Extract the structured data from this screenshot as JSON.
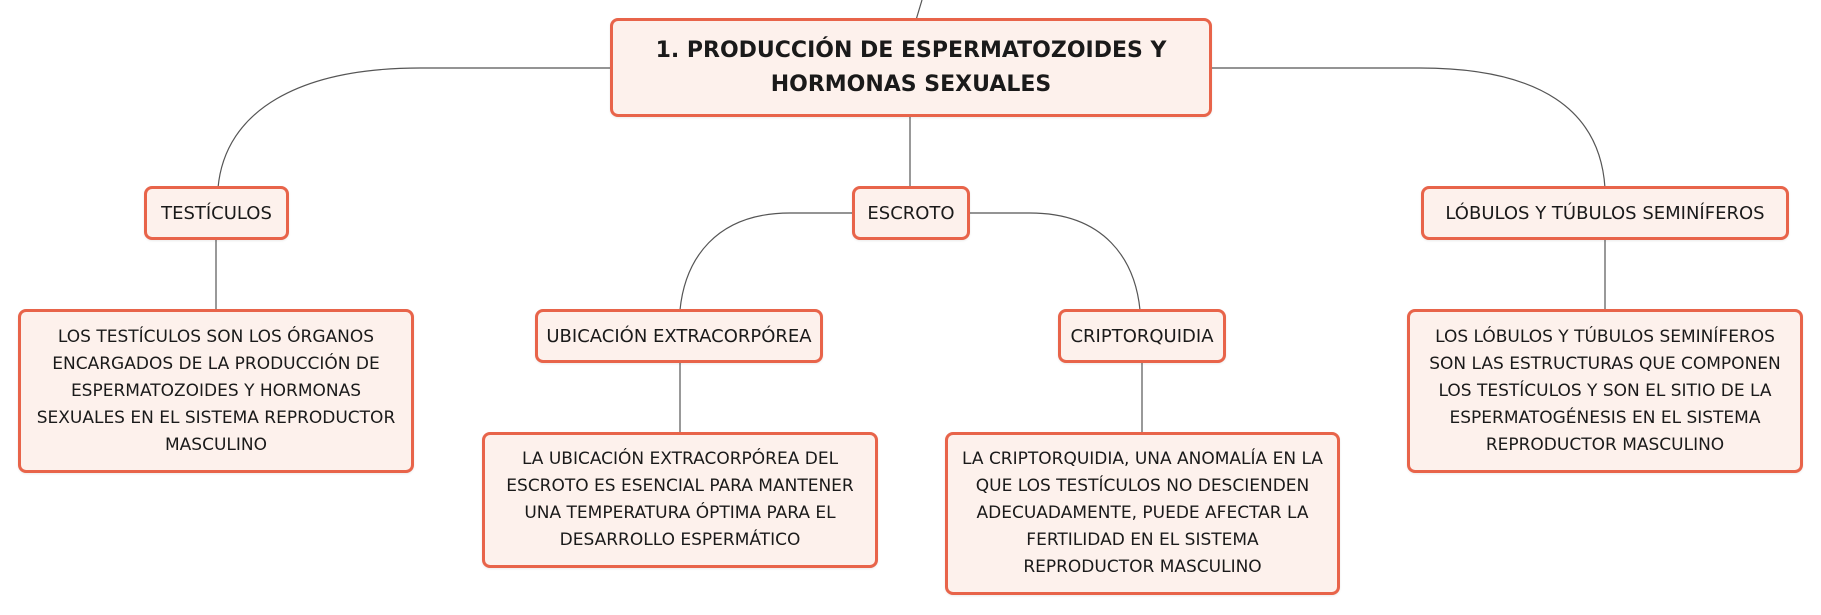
{
  "map": {
    "root": {
      "text": "1. PRODUCCIÓN DE ESPERMATOZOIDES Y HORMONAS SEXUALES"
    },
    "testiculos": {
      "label": "TESTÍCULOS",
      "desc": "LOS TESTÍCULOS SON LOS ÓRGANOS ENCARGADOS DE LA PRODUCCIÓN DE ESPERMATOZOIDES Y HORMONAS SEXUALES EN EL SISTEMA REPRODUCTOR MASCULINO"
    },
    "escroto": {
      "label": "ESCROTO",
      "ubicacion": {
        "label": "UBICACIÓN EXTRACORPÓREA",
        "desc": "LA UBICACIÓN EXTRACORPÓREA DEL ESCROTO ES ESENCIAL PARA MANTENER UNA TEMPERATURA ÓPTIMA PARA EL DESARROLLO ESPERMÁTICO"
      },
      "criptorquidia": {
        "label": "CRIPTORQUIDIA",
        "desc": "LA CRIPTORQUIDIA, UNA ANOMALÍA EN LA QUE LOS TESTÍCULOS NO DESCIENDEN ADECUADAMENTE, PUEDE AFECTAR LA FERTILIDAD EN EL SISTEMA REPRODUCTOR MASCULINO"
      }
    },
    "lobulos": {
      "label": "LÓBULOS Y TÚBULOS SEMINÍFEROS",
      "desc": "LOS LÓBULOS Y TÚBULOS SEMINÍFEROS SON LAS ESTRUCTURAS QUE COMPONEN LOS TESTÍCULOS Y SON EL SITIO DE LA ESPERMATOGÉNESIS EN EL SISTEMA REPRODUCTOR MASCULINO"
    }
  },
  "colors": {
    "node_border": "#e8644a",
    "node_fill": "#fdf1ec",
    "connector": "#555555"
  }
}
